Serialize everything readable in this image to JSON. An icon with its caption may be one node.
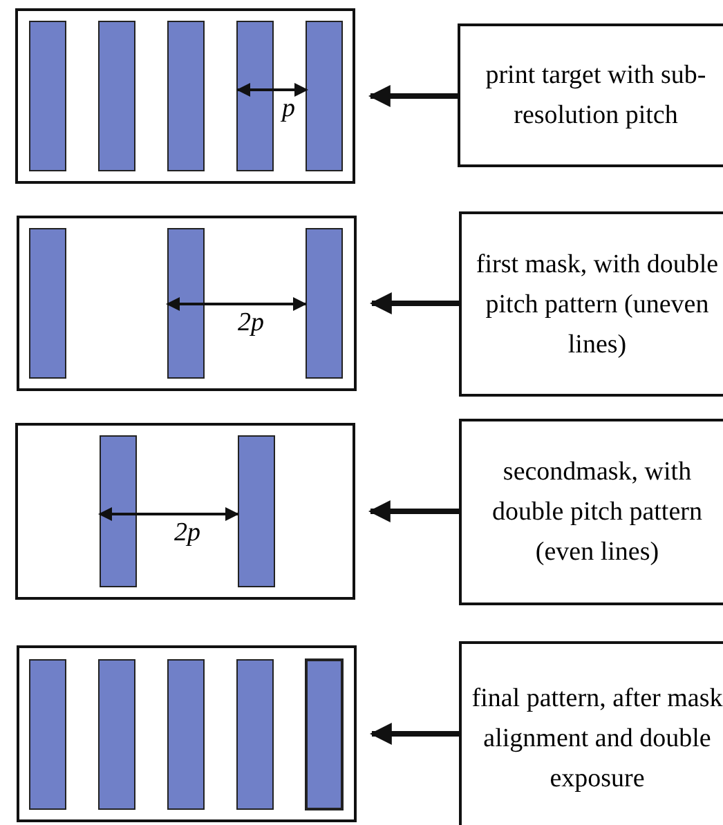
{
  "diagram": {
    "nodes": [
      {
        "text": [],
        "shape": "box"
      },
      {
        "text": [
          "print target with sub-resolution pitch"
        ]
      },
      {
        "text": [],
        "shape": "box"
      },
      {
        "text": [
          "first mask, with double pitch pattern (uneven lines)"
        ]
      },
      {
        "text": [],
        "shape": "box"
      },
      {
        "text": [
          "secondmask, with double pitch pattern (even lines)"
        ]
      },
      {
        "text": [],
        "shape": "box"
      },
      {
        "text": [
          "final pattern, after mask alignment and double exposure"
        ]
      }
    ],
    "edges": [
      {
        "from": 1,
        "to": 0,
        "arrow": "to"
      },
      {
        "from": 3,
        "to": 2,
        "arrow": "to"
      },
      {
        "from": 5,
        "to": 4,
        "arrow": "to"
      },
      {
        "from": 7,
        "to": 6,
        "arrow": "to"
      }
    ],
    "labels": [
      "p",
      "2p",
      "2p"
    ]
  }
}
